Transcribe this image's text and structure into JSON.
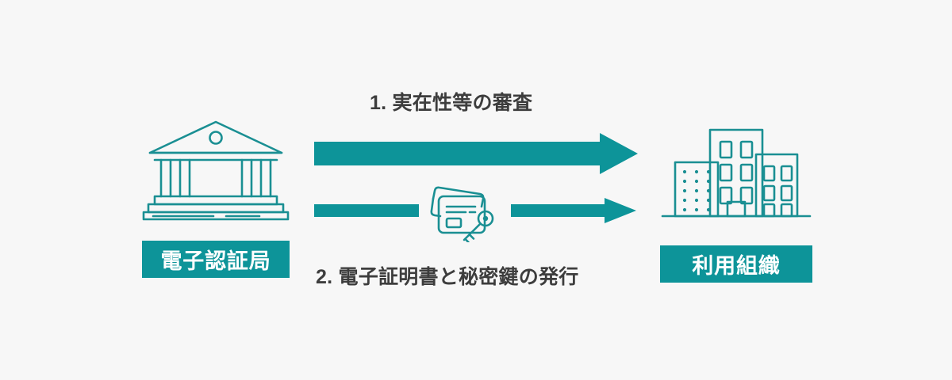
{
  "diagram": {
    "background_color": "#f7f7f7",
    "accent_color": "#0d9499",
    "text_color": "#3d3d3d",
    "nodes": [
      {
        "id": "certificate-authority",
        "label": "電子認証局",
        "icon": "bank-building-icon",
        "label_bg": "#0d9499",
        "label_color": "#ffffff"
      },
      {
        "id": "using-organization",
        "label": "利用組織",
        "icon": "office-buildings-icon",
        "label_bg": "#0d9499",
        "label_color": "#ffffff"
      }
    ],
    "flows": [
      {
        "id": "flow-1",
        "text": "1. 実在性等の審査",
        "direction": "left-to-right",
        "color": "#0d9499"
      },
      {
        "id": "flow-2",
        "text": "2. 電子証明書と秘密鍵の発行",
        "direction": "left-to-right",
        "color": "#0d9499",
        "mid_icon": "certificate-key-icon"
      }
    ]
  }
}
